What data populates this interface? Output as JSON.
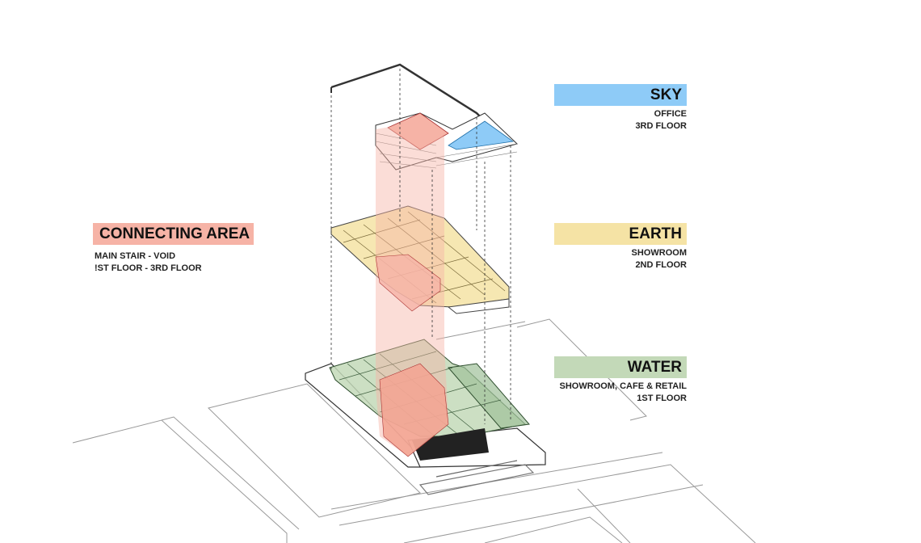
{
  "labels": {
    "sky": {
      "title": "SKY",
      "lines": [
        "OFFICE",
        "3RD FLOOR"
      ],
      "color": "#8ecbf7"
    },
    "earth": {
      "title": "EARTH",
      "lines": [
        "SHOWROOM",
        "2ND FLOOR"
      ],
      "color": "#f5e3a5"
    },
    "water": {
      "title": "WATER",
      "lines": [
        "SHOWROOM, CAFE & RETAIL",
        "1ST FLOOR"
      ],
      "color": "#c3d9b8"
    },
    "connecting": {
      "title": "CONNECTING AREA",
      "lines": [
        "MAIN STAIR - VOID",
        "!ST FLOOR - 3RD FLOOR"
      ],
      "color": "#f6b3a6"
    }
  }
}
